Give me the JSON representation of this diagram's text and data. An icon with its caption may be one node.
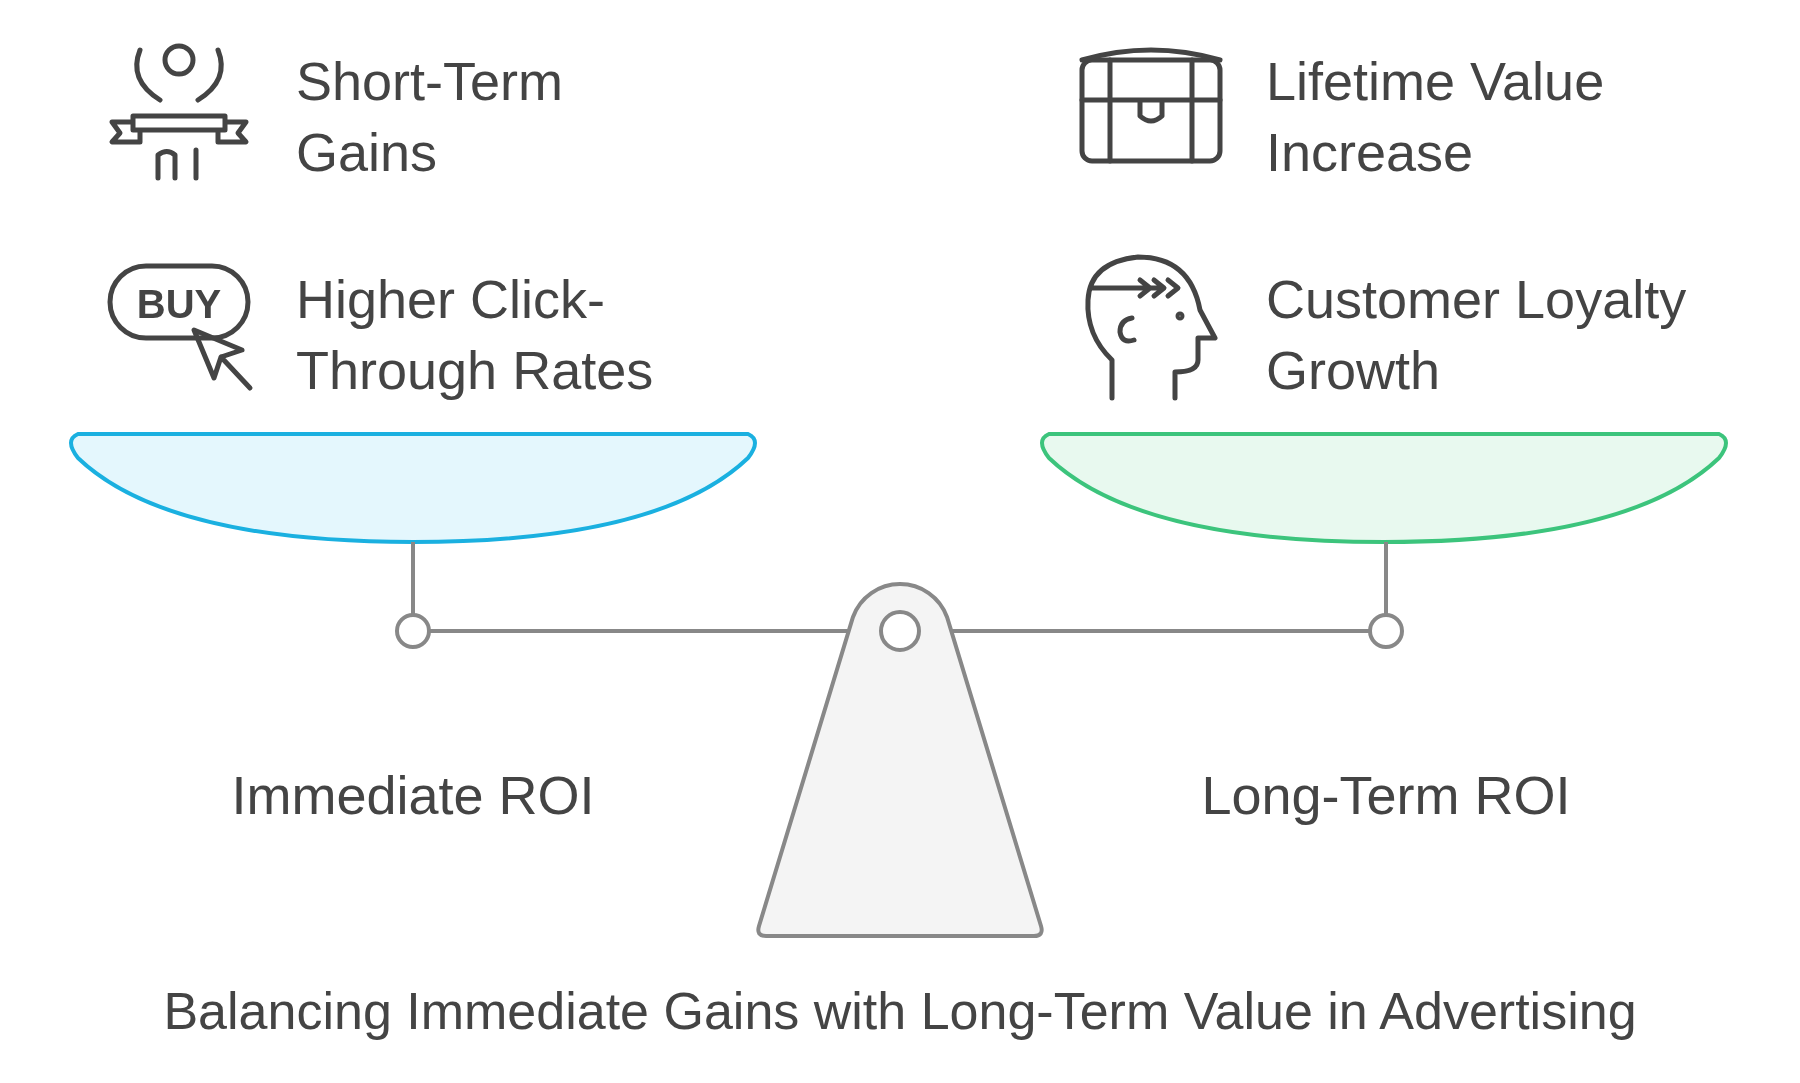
{
  "diagram": {
    "caption": "Balancing Immediate Gains with Long-Term Value in Advertising",
    "labels": [
      "Short-Term Gains",
      "Lifetime Value Increase",
      "BUY",
      "Higher Click-Through Rates",
      "Customer Loyalty Growth",
      "Immediate ROI",
      "Long-Term ROI"
    ]
  }
}
